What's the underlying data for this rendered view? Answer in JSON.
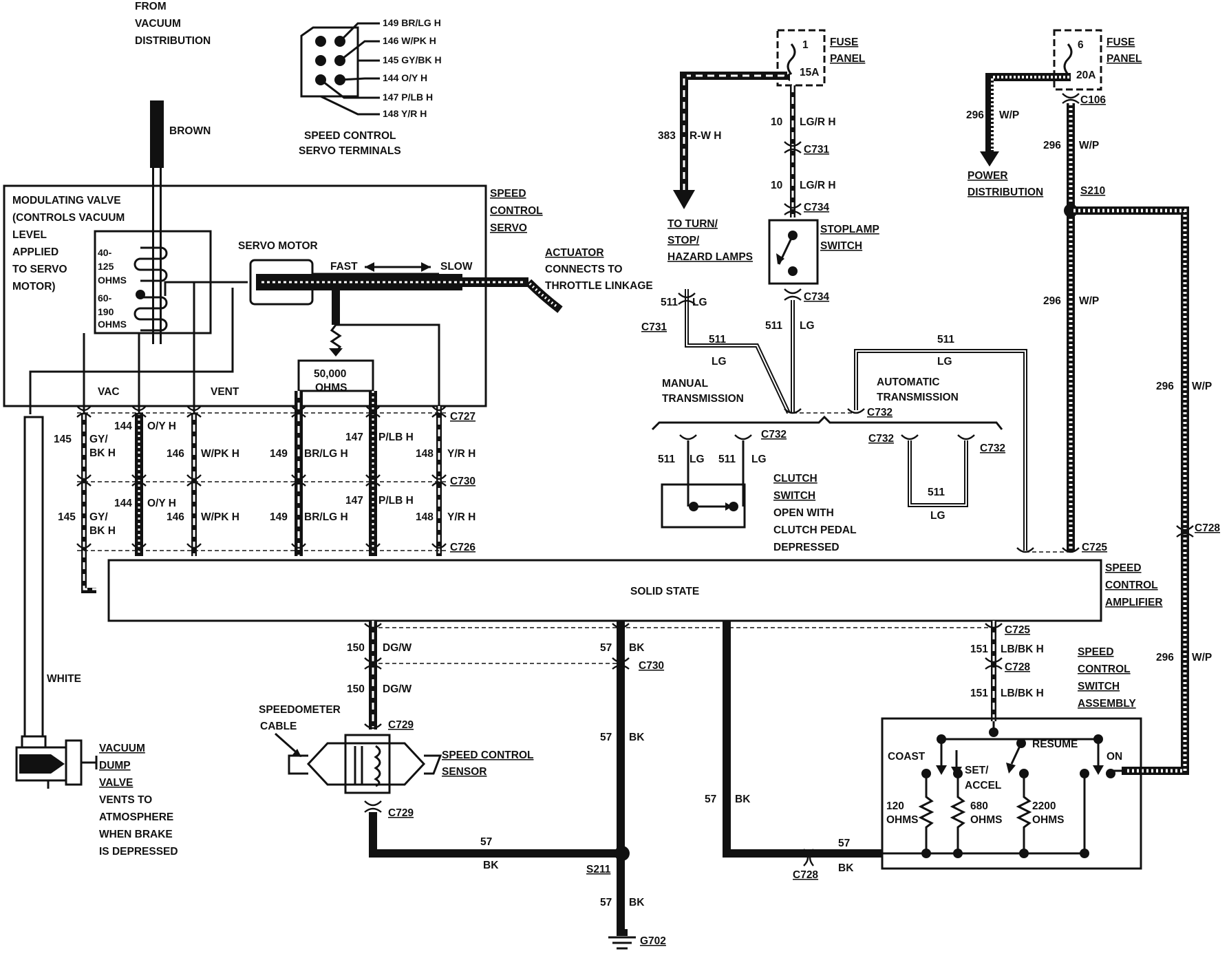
{
  "vacuum_labels": {
    "from_vacuum": [
      "FROM",
      "VACUUM",
      "DISTRIBUTION"
    ],
    "brown": "BROWN",
    "white": "WHITE"
  },
  "servo_terminals": {
    "pins": [
      "149 BR/LG H",
      "146 W/PK H",
      "145 GY/BK H",
      "144 O/Y H",
      "147 P/LB H",
      "148 Y/R H"
    ],
    "caption": [
      "SPEED CONTROL",
      "SERVO TERMINALS"
    ]
  },
  "servo": {
    "modulating_valve": [
      "MODULATING VALVE",
      "(CONTROLS VACUUM",
      "LEVEL",
      "APPLIED",
      "TO SERVO",
      "MOTOR)"
    ],
    "coil1": [
      "40-",
      "125",
      "OHMS"
    ],
    "coil2": [
      "60-",
      "190",
      "OHMS"
    ],
    "servo_motor": "SERVO MOTOR",
    "fast": "FAST",
    "slow": "SLOW",
    "title": [
      "SPEED",
      "CONTROL",
      "SERVO"
    ],
    "resistor": [
      "50,000",
      "OHMS"
    ],
    "vac": "VAC",
    "vent": "VENT",
    "actuator": [
      "ACTUATOR",
      "CONNECTS TO",
      "THROTTLE LINKAGE"
    ]
  },
  "connectors": {
    "c727": "C727",
    "c730_top": "C730",
    "c726": "C726",
    "c725_top": "C725",
    "c725_bot": "C725",
    "c730_bot": "C730",
    "c728_bot": "C728",
    "c728_gnd": "C728",
    "c728_right": "C728",
    "c729_top": "C729",
    "c729_bot": "C729",
    "c731_top": "C731",
    "c731_side": "C731",
    "c734_top": "C734",
    "c734_bot": "C734",
    "c732_main": "C732",
    "c732_a": "C732",
    "c732_b": "C732",
    "c732_c": "C732",
    "c106": "C106",
    "s210": "S210",
    "s211": "S211",
    "g702": "G702"
  },
  "wires_left": {
    "row1": [
      {
        "num": "145",
        "col": [
          "GY/",
          "BK H"
        ]
      },
      {
        "num": "144",
        "col": [
          "O/Y H"
        ]
      },
      {
        "num": "146",
        "col": [
          "W/PK H"
        ]
      },
      {
        "num": "149",
        "col": [
          "BR/LG H"
        ]
      },
      {
        "num": "147",
        "col": [
          "P/LB H"
        ]
      },
      {
        "num": "148",
        "col": [
          "Y/R H"
        ]
      }
    ],
    "row2": [
      {
        "num": "145",
        "col": [
          "GY/",
          "BK H"
        ]
      },
      {
        "num": "144",
        "col": [
          "O/Y H"
        ]
      },
      {
        "num": "146",
        "col": [
          "W/PK H"
        ]
      },
      {
        "num": "149",
        "col": [
          "BR/LG H"
        ]
      },
      {
        "num": "147",
        "col": [
          "P/LB H"
        ]
      },
      {
        "num": "148",
        "col": [
          "Y/R H"
        ]
      }
    ]
  },
  "amplifier": {
    "body": "SOLID STATE",
    "title": [
      "SPEED",
      "CONTROL",
      "AMPLIFIER"
    ]
  },
  "fuse1": {
    "num": "1",
    "amp": "15A",
    "label": [
      "FUSE",
      "PANEL"
    ]
  },
  "fuse6": {
    "num": "6",
    "amp": "20A",
    "label": [
      "FUSE",
      "PANEL"
    ]
  },
  "stoplamp": {
    "w383_num": "383",
    "w383_col": "R-W H",
    "turn": [
      "TO TURN/",
      "STOP/",
      "HAZARD LAMPS"
    ],
    "w10a_num": "10",
    "w10a_col": "LG/R H",
    "w10b_num": "10",
    "w10b_col": "LG/R H",
    "switch": [
      "STOPLAMP",
      "SWITCH"
    ],
    "w511a_num": "511",
    "w511a_col": "LG",
    "w511b_num": "511",
    "w511b_col": "LG",
    "w511c_num": "511",
    "w511c_col": "LG",
    "w511d_num": "511",
    "w511d_col": "LG",
    "manual": [
      "MANUAL",
      "TRANSMISSION"
    ],
    "automatic": [
      "AUTOMATIC",
      "TRANSMISSION"
    ]
  },
  "clutch": {
    "w1_num": "511",
    "w1_col": "LG",
    "w2_num": "511",
    "w2_col": "LG",
    "label": [
      "CLUTCH",
      "SWITCH",
      "OPEN WITH",
      "CLUTCH PEDAL",
      "DEPRESSED"
    ],
    "jumper_num": "511",
    "jumper_col": "LG"
  },
  "power": {
    "w296a_num": "296",
    "w296a_col": "W/P",
    "w296b_num": "296",
    "w296b_col": "W/P",
    "w296c_num": "296",
    "w296c_col": "W/P",
    "w296d_num": "296",
    "w296d_col": "W/P",
    "w296e_num": "296",
    "w296e_col": "W/P",
    "distribution": [
      "POWER",
      "DISTRIBUTION"
    ]
  },
  "bottom": {
    "w150a_num": "150",
    "w150a_col": "DG/W",
    "w150b_num": "150",
    "w150b_col": "DG/W",
    "w57a_num": "57",
    "w57a_col": "BK",
    "w57b_num": "57",
    "w57b_col": "BK",
    "w57c_num": "57",
    "w57c_col": "BK",
    "w57d_num": "57",
    "w57d_col": "BK",
    "w57e_num": "57",
    "w57e_col": "BK",
    "w57f_num": "57",
    "w57f_col": "BK",
    "w151a_num": "151",
    "w151a_col": "LB/BK H",
    "w151b_num": "151",
    "w151b_col": "LB/BK H",
    "speedometer": [
      "SPEEDOMETER",
      "CABLE"
    ],
    "sensor": [
      "SPEED CONTROL",
      "SENSOR"
    ],
    "dump_valve": [
      "VACUUM",
      "DUMP",
      "VALVE",
      "VENTS TO",
      "ATMOSPHERE",
      "WHEN BRAKE",
      "IS DEPRESSED"
    ]
  },
  "switch_assembly": {
    "title": [
      "SPEED",
      "CONTROL",
      "SWITCH",
      "ASSEMBLY"
    ],
    "coast": "COAST",
    "set": [
      "SET/",
      "ACCEL"
    ],
    "resume": "RESUME",
    "on": "ON",
    "r1": [
      "120",
      "OHMS"
    ],
    "r2": [
      "680",
      "OHMS"
    ],
    "r3": [
      "2200",
      "OHMS"
    ]
  }
}
